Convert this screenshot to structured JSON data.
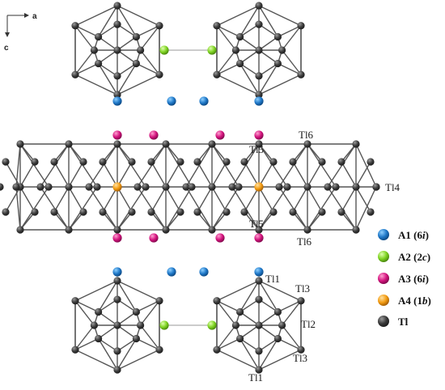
{
  "axes": {
    "a": "a",
    "c": "c"
  },
  "labels": {
    "tl6_top": "Tl6",
    "tl5_top": "Tl5",
    "tl4": "Tl4",
    "tl5_bottom": "Tl5",
    "tl6_bottom": "Tl6",
    "tl1_top": "Tl1",
    "tl3_top": "Tl3",
    "tl2": "Tl2",
    "tl3_bottom": "Tl3",
    "tl1_bottom": "Tl1"
  },
  "legend": [
    {
      "name": "A1",
      "site": "6i",
      "color": "#1f78c8"
    },
    {
      "name": "A2",
      "site": "2c",
      "color": "#7ed321"
    },
    {
      "name": "A3",
      "site": "6i",
      "color": "#d4147e"
    },
    {
      "name": "A4",
      "site": "1b",
      "color": "#f39c12"
    },
    {
      "name": "Tl",
      "site": "",
      "color": "#3a3a3a"
    }
  ],
  "colors": {
    "tl_atom": "#3a3a3a",
    "a1": "#1f78c8",
    "a2": "#7ed321",
    "a3": "#d4147e",
    "a4": "#f39c12",
    "bond": "#555555"
  }
}
